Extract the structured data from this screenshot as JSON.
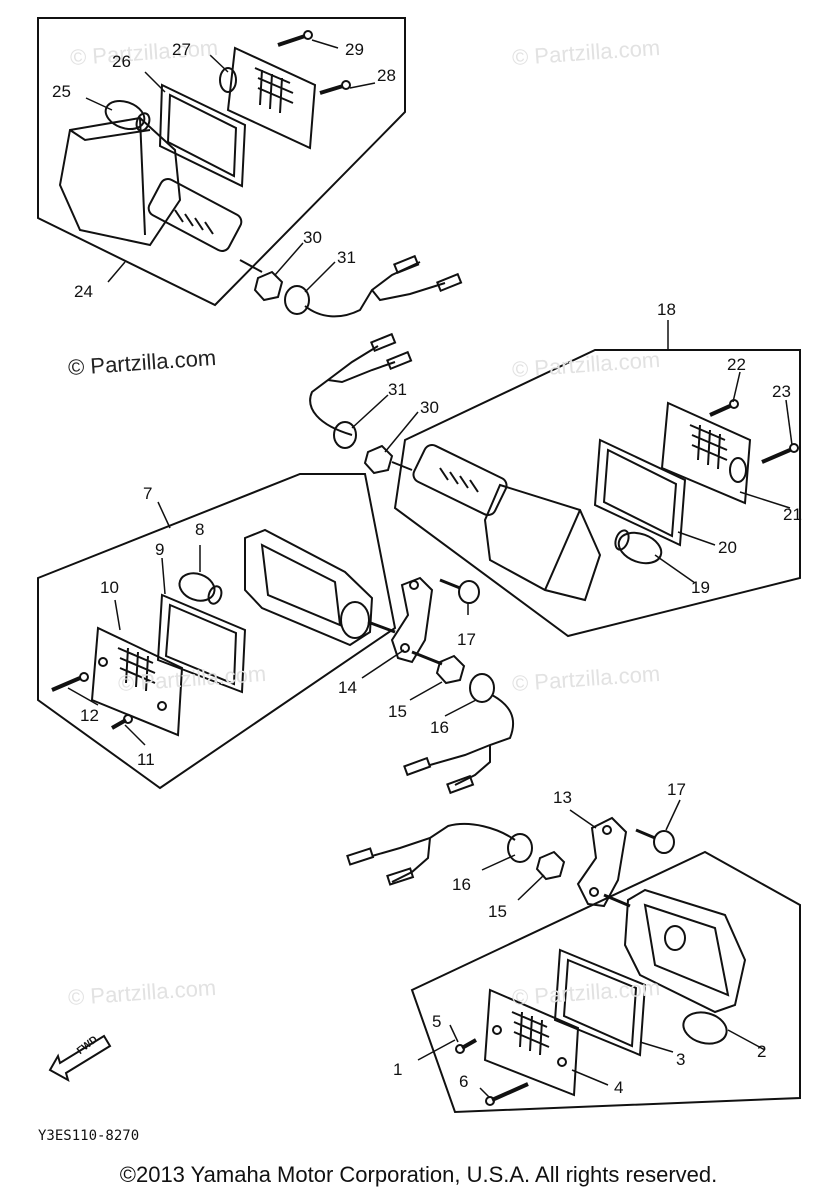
{
  "watermarks": {
    "light": "© Partzilla.com",
    "dark": "© Partzilla.com"
  },
  "callouts": [
    "1",
    "2",
    "3",
    "4",
    "5",
    "6",
    "7",
    "8",
    "9",
    "10",
    "11",
    "12",
    "13",
    "14",
    "15",
    "15",
    "16",
    "16",
    "17",
    "17",
    "18",
    "19",
    "20",
    "21",
    "22",
    "23",
    "24",
    "25",
    "26",
    "27",
    "28",
    "29",
    "30",
    "30",
    "31",
    "31"
  ],
  "diagram_code": "Y3ES110-8270",
  "fwd_label": "FWD",
  "copyright": "©2013 Yamaha Motor Corporation, U.S.A. All rights reserved."
}
